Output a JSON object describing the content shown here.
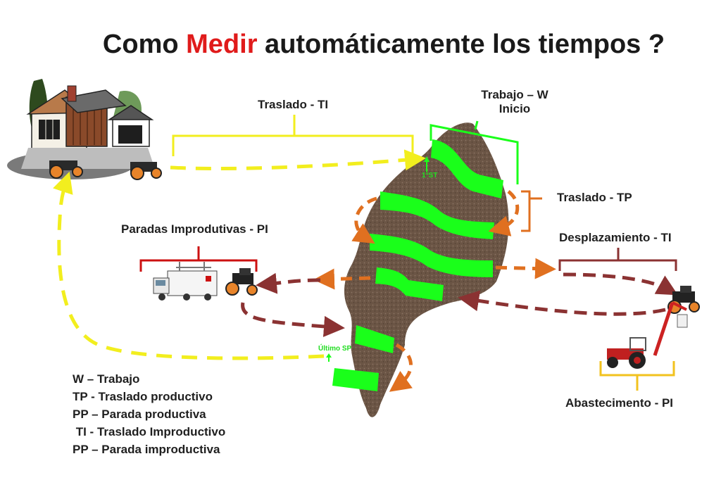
{
  "title": {
    "prefix": "Como ",
    "highlight": "Medir",
    "suffix": " automáticamente los tiempos ?"
  },
  "labels": {
    "traslado_ti": "Traslado - TI",
    "trabajo_w": "Trabajo – W",
    "inicio": "Inicio",
    "traslado_tp": "Traslado  - TP",
    "paradas": "Paradas Improdutivas - PI",
    "desplazamiento": "Desplazamiento - TI",
    "abastecimento": "Abastecimento - PI",
    "first_st": "1°ST",
    "ultimo_sp": "Último SP"
  },
  "legend": [
    "W – Trabajo",
    "TP - Traslado productivo",
    "PP – Parada productiva",
    " TI - Traslado Improductivo",
    "PP – Parada improductiva"
  ],
  "colors": {
    "yellow": "#f2ee1e",
    "green": "#1aff1a",
    "orange": "#e07020",
    "maroon": "#8b3232",
    "red": "#cc1111",
    "field": "#6b5545"
  }
}
